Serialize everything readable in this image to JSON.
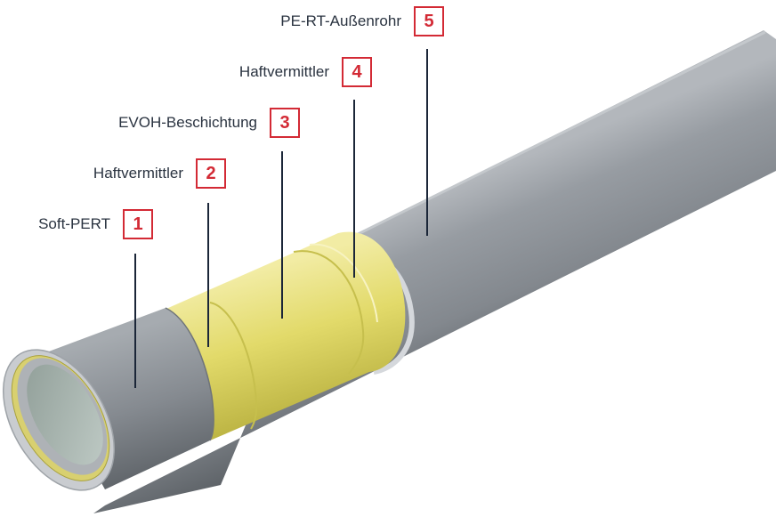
{
  "colors": {
    "accent": "#d32a35",
    "leader": "#1b2638",
    "label_text": "#2a3340",
    "outer_pipe": "#8e939a",
    "inner_pipe": "#7f8489",
    "evoh_layer": "#e6e07a",
    "bore": "#bcc8c2"
  },
  "layers": [
    {
      "number": "1",
      "label": "Soft-PERT"
    },
    {
      "number": "2",
      "label": "Haftvermittler"
    },
    {
      "number": "3",
      "label": "EVOH-Beschichtung"
    },
    {
      "number": "4",
      "label": "Haftvermittler"
    },
    {
      "number": "5",
      "label": "PE-RT-Außenrohr"
    }
  ]
}
